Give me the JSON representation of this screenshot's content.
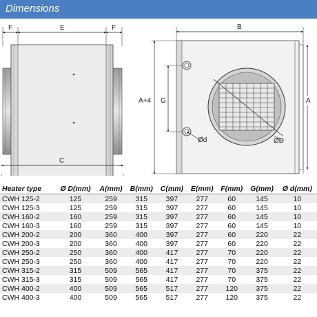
{
  "header": {
    "title": "Dimensions"
  },
  "drawing": {
    "side_view": {
      "label_f_left": "F",
      "label_e": "E",
      "label_f_right": "F",
      "label_c": "C"
    },
    "front_view": {
      "label_b": "B",
      "label_a4": "A+4",
      "label_g": "G",
      "label_a": "A",
      "label_d_small": "Ød",
      "label_d_large": "ØD"
    }
  },
  "table": {
    "columns": [
      "Heater type",
      "Ø D(mm)",
      "A(mm)",
      "B(mm)",
      "C(mm)",
      "E(mm)",
      "F(mm)",
      "G(mm)",
      "Ø d(mm)"
    ],
    "rows": [
      [
        "CWH 125-2",
        "125",
        "259",
        "315",
        "397",
        "277",
        "60",
        "145",
        "10"
      ],
      [
        "CWH 125-3",
        "125",
        "259",
        "315",
        "397",
        "277",
        "60",
        "145",
        "10"
      ],
      [
        "CWH 160-2",
        "160",
        "259",
        "315",
        "397",
        "277",
        "60",
        "145",
        "10"
      ],
      [
        "CWH 160-3",
        "160",
        "259",
        "315",
        "397",
        "277",
        "60",
        "145",
        "10"
      ],
      [
        "CWH 200-2",
        "200",
        "360",
        "400",
        "397",
        "277",
        "60",
        "220",
        "22"
      ],
      [
        "CWH 200-3",
        "200",
        "360",
        "400",
        "397",
        "277",
        "60",
        "220",
        "22"
      ],
      [
        "CWH 250-2",
        "250",
        "360",
        "400",
        "417",
        "277",
        "70",
        "220",
        "22"
      ],
      [
        "CWH 250-3",
        "250",
        "360",
        "400",
        "417",
        "277",
        "70",
        "220",
        "22"
      ],
      [
        "CWH 315-2",
        "315",
        "509",
        "565",
        "417",
        "277",
        "70",
        "375",
        "22"
      ],
      [
        "CWH 315-3",
        "315",
        "509",
        "565",
        "417",
        "277",
        "70",
        "375",
        "22"
      ],
      [
        "CWH 400-2",
        "400",
        "509",
        "565",
        "517",
        "277",
        "120",
        "375",
        "22"
      ],
      [
        "CWH 400-3",
        "400",
        "509",
        "565",
        "517",
        "277",
        "120",
        "375",
        "22"
      ]
    ]
  }
}
